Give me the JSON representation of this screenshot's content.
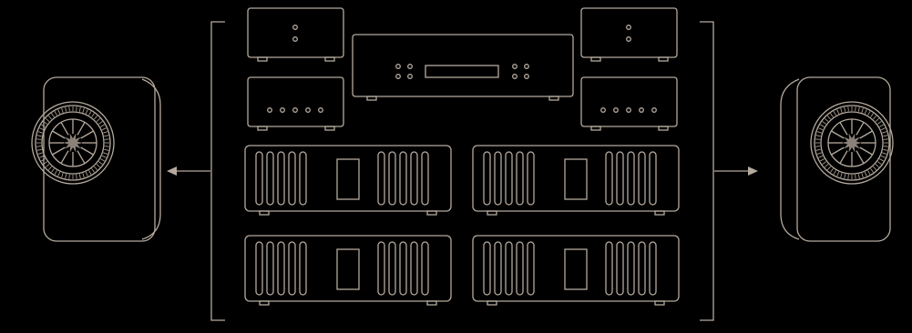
{
  "colors": {
    "background": "#000000",
    "stroke": "#b5aa9e",
    "driver_fill": "#8a8178"
  },
  "diagram": {
    "left_output": {
      "direction": "left",
      "speaker_icon": "bookshelf-speaker-icon"
    },
    "right_output": {
      "direction": "right",
      "speaker_icon": "bookshelf-speaker-icon"
    },
    "components": [
      {
        "name": "small-unit-top-left",
        "icon": "preamp-box-icon",
        "knobs": 2
      },
      {
        "name": "cd-player",
        "icon": "cd-player-icon",
        "knobs": 4
      },
      {
        "name": "small-unit-top-right",
        "icon": "preamp-box-icon",
        "knobs": 2
      },
      {
        "name": "small-unit-mid-left",
        "icon": "dac-box-icon",
        "knobs": 5
      },
      {
        "name": "small-unit-mid-right",
        "icon": "dac-box-icon",
        "knobs": 5
      },
      {
        "name": "power-amp-1",
        "icon": "power-amplifier-icon",
        "fins": 10
      },
      {
        "name": "power-amp-2",
        "icon": "power-amplifier-icon",
        "fins": 10
      },
      {
        "name": "power-amp-3",
        "icon": "power-amplifier-icon",
        "fins": 10
      },
      {
        "name": "power-amp-4",
        "icon": "power-amplifier-icon",
        "fins": 10
      }
    ]
  }
}
